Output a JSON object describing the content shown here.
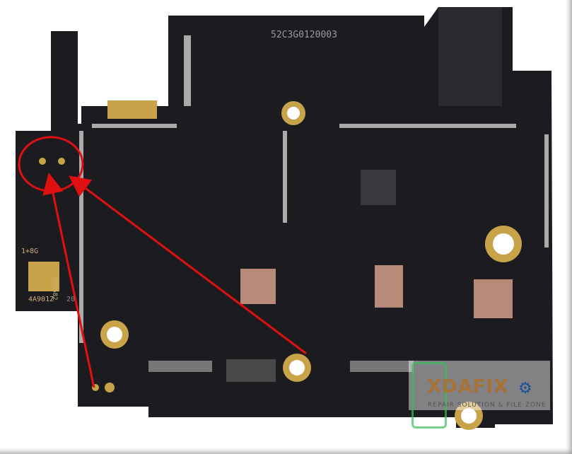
{
  "board": {
    "serial": "52C3G0120003",
    "memory_label": "1+8G",
    "code_label": "4A901Z",
    "vertical_code": "059582",
    "side_mark": "20"
  },
  "watermark": {
    "title": "XDAFIX",
    "subtitle": "REPAIR SOLUTION & FILE ZONE",
    "icon": "gear-icon"
  },
  "colors": {
    "pcb": "#1b1a1e",
    "gold": "#c9a34a",
    "annotation": "#e01010",
    "watermark_blue": "#1a4f9a"
  }
}
